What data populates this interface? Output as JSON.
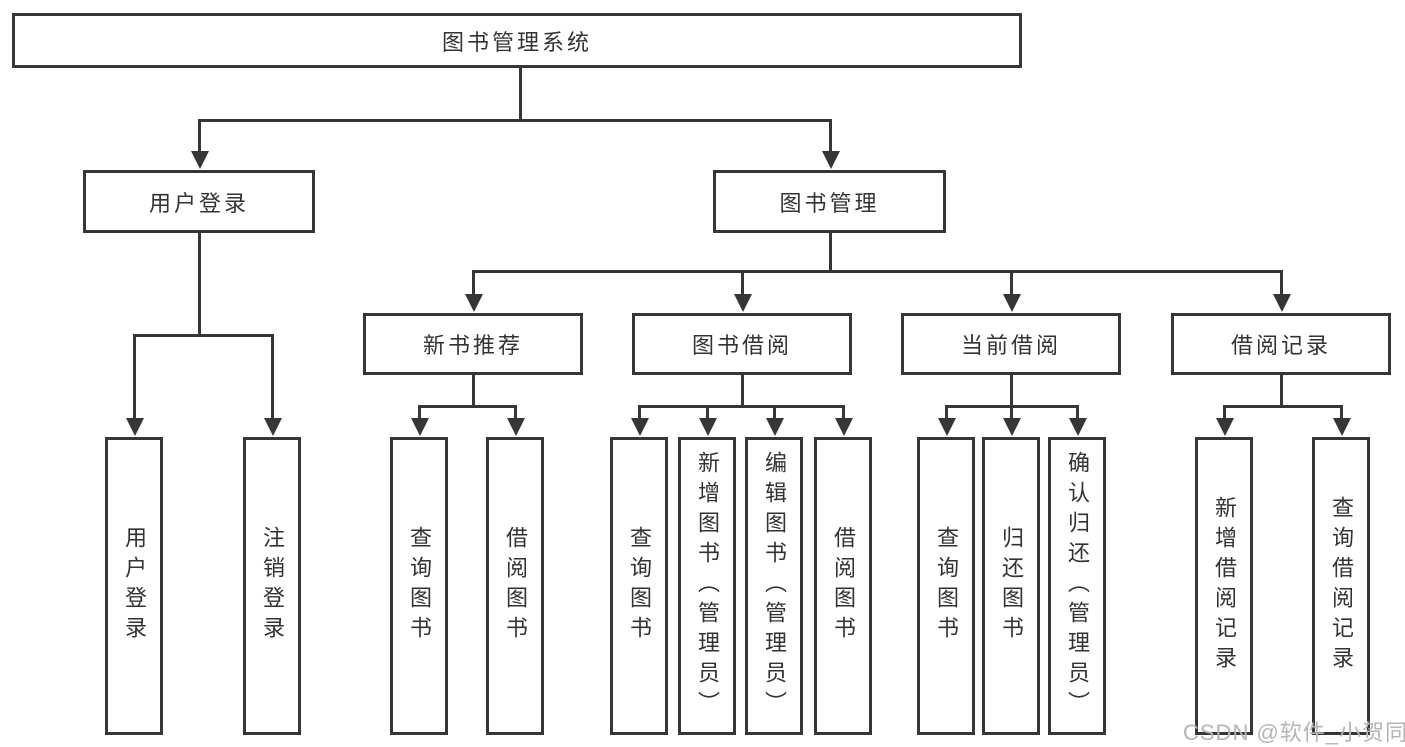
{
  "colors": {
    "line": "#363636",
    "text": "#333333",
    "watermark": "#b5b5b5",
    "background": "#ffffff"
  },
  "nodes": {
    "root": {
      "label": "图书管理系统"
    },
    "level2": [
      {
        "label": "用户登录"
      },
      {
        "label": "图书管理"
      }
    ],
    "level3": [
      {
        "label": "新书推荐",
        "parent": "图书管理"
      },
      {
        "label": "图书借阅",
        "parent": "图书管理"
      },
      {
        "label": "当前借阅",
        "parent": "图书管理"
      },
      {
        "label": "借阅记录",
        "parent": "图书管理"
      }
    ],
    "leaves": [
      {
        "label": "用户登录",
        "parent": "用户登录"
      },
      {
        "label": "注销登录",
        "parent": "用户登录"
      },
      {
        "label": "查询图书",
        "parent": "新书推荐"
      },
      {
        "label": "借阅图书",
        "parent": "新书推荐"
      },
      {
        "label": "查询图书",
        "parent": "图书借阅"
      },
      {
        "label": "新增图书（管理员）",
        "parent": "图书借阅"
      },
      {
        "label": "编辑图书（管理员）",
        "parent": "图书借阅"
      },
      {
        "label": "借阅图书",
        "parent": "图书借阅"
      },
      {
        "label": "查询图书",
        "parent": "当前借阅"
      },
      {
        "label": "归还图书",
        "parent": "当前借阅"
      },
      {
        "label": "确认归还（管理员）",
        "parent": "当前借阅"
      },
      {
        "label": "新增借阅记录",
        "parent": "借阅记录"
      },
      {
        "label": "查询借阅记录",
        "parent": "借阅记录"
      }
    ]
  },
  "watermark": {
    "label": "CSDN @软件_小贺同学"
  }
}
